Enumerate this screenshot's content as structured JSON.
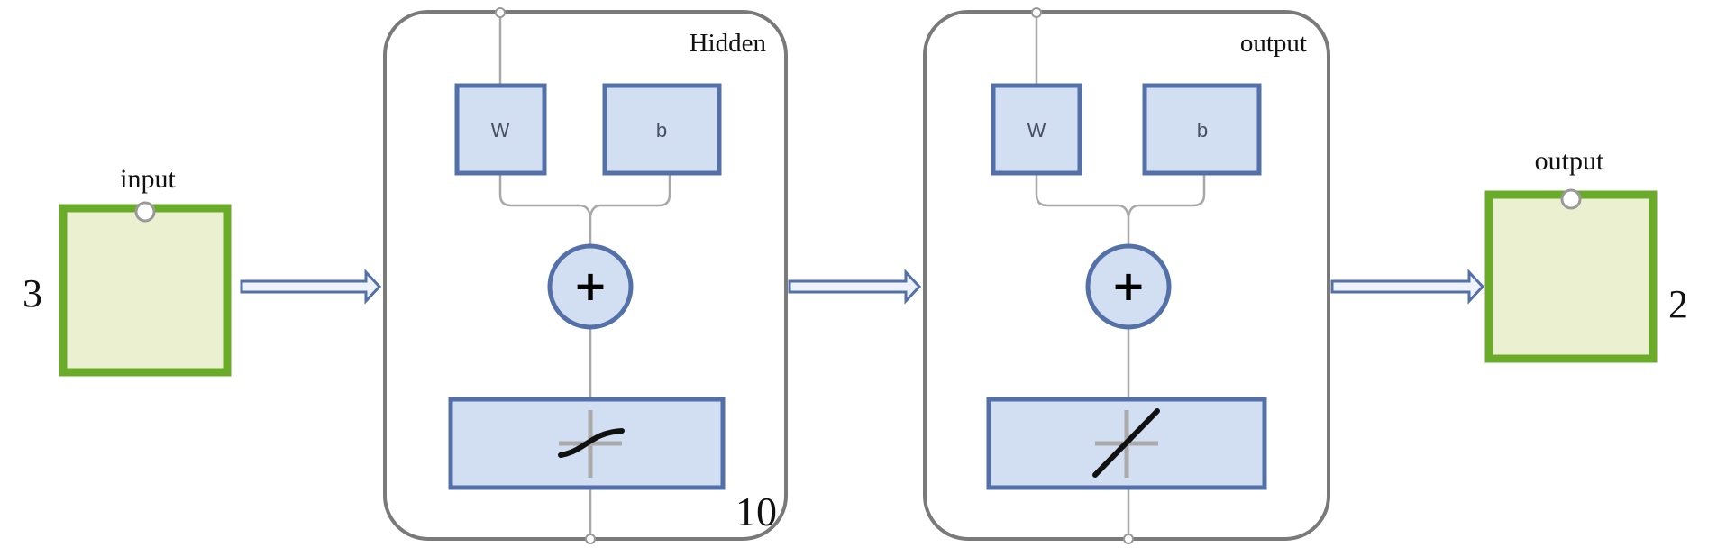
{
  "input": {
    "label": "input",
    "size": "3"
  },
  "hidden_layer": {
    "title": "Hidden",
    "weight_label": "W",
    "bias_label": "b",
    "sum_symbol": "+",
    "transfer_function": "tansig-sigmoid-icon",
    "neurons": "10"
  },
  "output_layer": {
    "title": "output",
    "weight_label": "W",
    "bias_label": "b",
    "sum_symbol": "+",
    "transfer_function": "purelin-linear-icon"
  },
  "output": {
    "label": "output",
    "size": "2"
  },
  "colors": {
    "io_border": "#6aab2a",
    "io_fill": "#eaf0d0",
    "block_border": "#5470a8",
    "block_fill": "#d2def2",
    "layer_border": "#7a7a7a"
  }
}
